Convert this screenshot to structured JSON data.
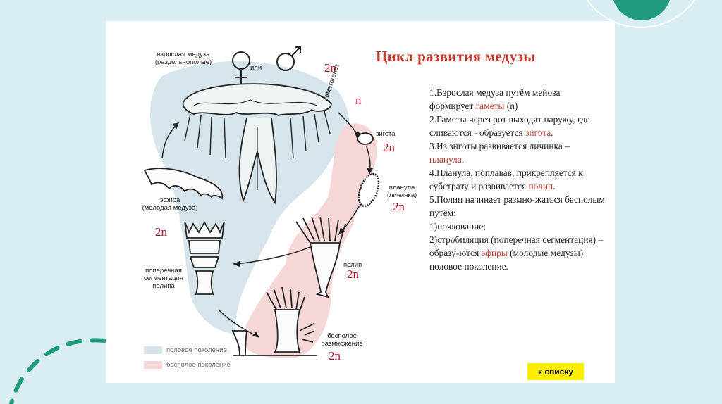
{
  "title": "Цикл развития медузы",
  "labels": {
    "adult": [
      "взрослая медуза",
      "(раздельнополые)"
    ],
    "or": "или",
    "gametogenesis": "гаметогенез",
    "zygote": "зигота",
    "planula": [
      "планула",
      "(личинка)"
    ],
    "ephyra": [
      "эфира",
      "(молодая медуза)"
    ],
    "strobilation": [
      "поперечная",
      "сегментация",
      "полипа"
    ],
    "polyp": "полип",
    "asexual": [
      "бесполое",
      "размножение"
    ]
  },
  "ploidy": {
    "adult": "2n",
    "gamete": "n",
    "zygote": "2n",
    "planula": "2n",
    "ephyra": "2n",
    "polyp": "2n",
    "asexual": "2n"
  },
  "steps": [
    {
      "before": "1.Взрослая медуза путём мейоза формирует ",
      "hl": "гаметы",
      "after": " (n)"
    },
    {
      "before": "2.Гаметы через рот выходят наружу, где сливаются  - образуется ",
      "hl": "зигота",
      "after": "."
    },
    {
      "before": "3.Из зиготы развивается личинка – ",
      "hl": "планула",
      "after": "."
    },
    {
      "before": "4.Планула, поплавав, прикрепляется к субстрату и развивается ",
      "hl": "полип",
      "after": "."
    },
    {
      "before": "5.Полип начинает размно-жаться бесполым путём:",
      "hl": "",
      "after": ""
    },
    {
      "before": "1)почкование;",
      "hl": "",
      "after": ""
    },
    {
      "before": "2)стробиляция (поперечная сегментация) – образу-ются ",
      "hl": "эфиры",
      "after": " (молодые медузы) половое поколение."
    }
  ],
  "legend": {
    "sexual": "половое поколение",
    "asexual": "бесполое поколение"
  },
  "colors": {
    "sexual": "#d6e4ec",
    "asexual": "#f6d7d8",
    "accent": "#c0392b",
    "button": "#ffee00"
  },
  "button": "к списку"
}
